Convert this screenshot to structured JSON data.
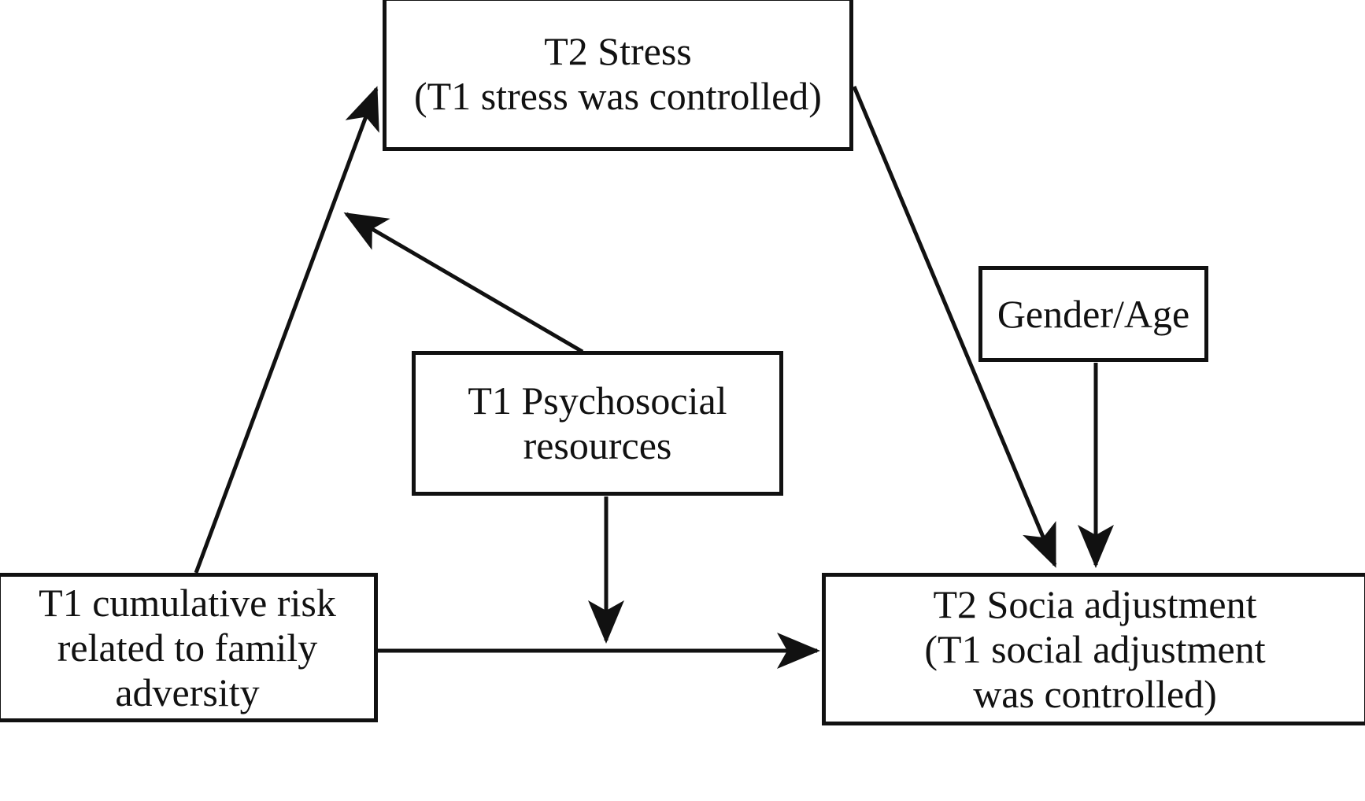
{
  "diagram": {
    "type": "path-model",
    "title": "",
    "stroke_color": "#111111",
    "background_color": "#ffffff",
    "nodes": [
      {
        "id": "t2-stress",
        "label": "T2 Stress\n(T1 stress was controlled)",
        "shape": "rectangle"
      },
      {
        "id": "gender-age",
        "label": "Gender/Age",
        "shape": "rectangle"
      },
      {
        "id": "psychosocial",
        "label": "T1 Psychosocial\nresources",
        "shape": "rectangle"
      },
      {
        "id": "cumulative-risk",
        "label": "T1 cumulative risk\nrelated to family\nadversity",
        "shape": "rectangle"
      },
      {
        "id": "social-adjustment",
        "label": "T2 Socia adjustment\n(T1 social adjustment\nwas controlled)",
        "shape": "rectangle"
      }
    ],
    "edges": [
      {
        "id": "edge-risk-to-stress",
        "from": "cumulative-risk",
        "to": "t2-stress",
        "style": "solid",
        "arrowhead": "filled-triangle",
        "label": ""
      },
      {
        "id": "edge-psychosocial-to-stress-path",
        "from": "psychosocial",
        "to": "cumulative-risk-to-stress-path",
        "style": "solid",
        "arrowhead": "filled-triangle",
        "label": ""
      },
      {
        "id": "edge-stress-to-social",
        "from": "t2-stress",
        "to": "social-adjustment",
        "style": "solid",
        "arrowhead": "filled-triangle",
        "label": ""
      },
      {
        "id": "edge-gender-to-social",
        "from": "gender-age",
        "to": "social-adjustment",
        "style": "solid",
        "arrowhead": "filled-triangle",
        "label": ""
      },
      {
        "id": "edge-risk-to-social",
        "from": "cumulative-risk",
        "to": "social-adjustment",
        "style": "solid",
        "arrowhead": "filled-triangle",
        "label": ""
      },
      {
        "id": "edge-psychosocial-to-risk-social-path",
        "from": "psychosocial",
        "to": "risk-to-social-path",
        "style": "solid",
        "arrowhead": "filled-triangle",
        "label": ""
      }
    ]
  }
}
